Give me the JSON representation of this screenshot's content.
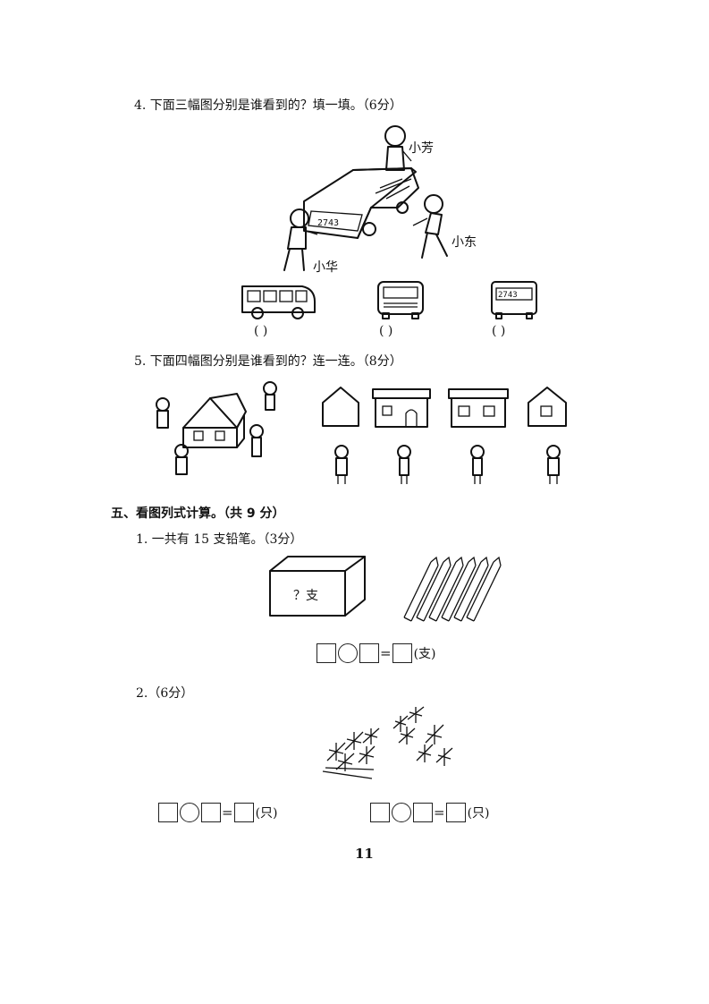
{
  "q4": {
    "title": "4. 下面三幅图分别是谁看到的？填一填。（6分）",
    "names": {
      "xiaofang": "小芳",
      "xiaodong": "小东",
      "xiaohua": "小华"
    },
    "bus_plate": "2743",
    "blanks": [
      "(    )",
      "(    )",
      "(    )"
    ]
  },
  "q5": {
    "title": "5. 下面四幅图分别是谁看到的？连一连。（8分）"
  },
  "section5": {
    "title": "五、看图列式计算。（共 9 分）",
    "q1": {
      "title": "1. 一共有 15 支铅笔。（3分）",
      "box_label": "？支",
      "equals": "=",
      "unit": "(支)"
    },
    "q2": {
      "title": "2.（6分）",
      "equals": "=",
      "unit": "(只)"
    }
  },
  "page_number": "11"
}
